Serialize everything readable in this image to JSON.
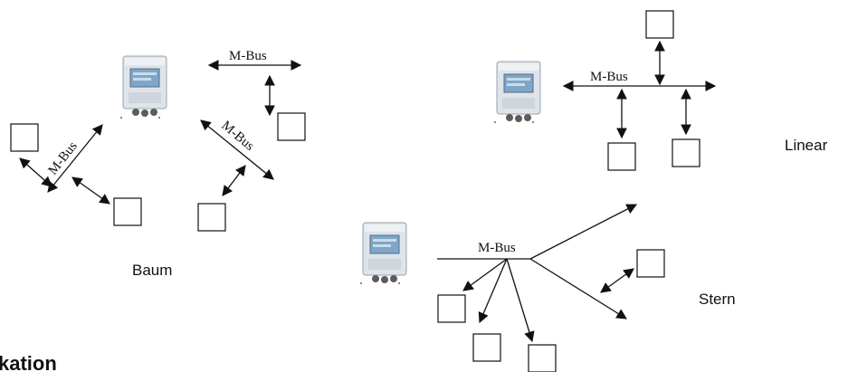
{
  "labels": {
    "bus": "M-Bus",
    "baum": "Baum",
    "linear": "Linear",
    "stern": "Stern",
    "heading_fragment": "kation"
  },
  "colors": {
    "ink": "#111111",
    "device_body": "#dfe4ea",
    "device_screen": "#7fa6c6"
  }
}
